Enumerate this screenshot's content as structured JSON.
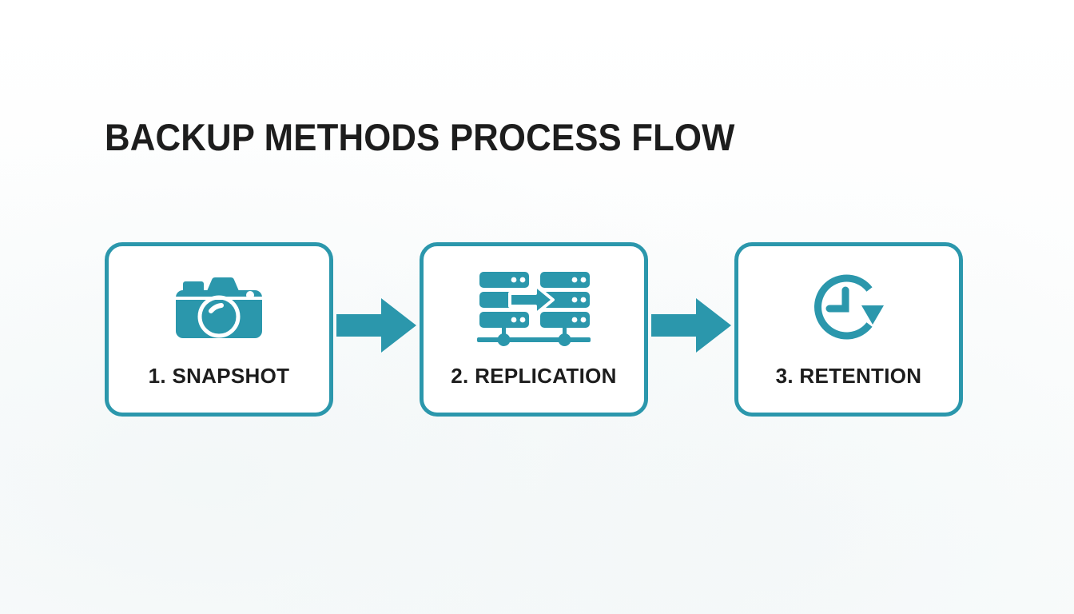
{
  "page": {
    "title": "BACKUP METHODS PROCESS FLOW",
    "background_color": "#fdfefe",
    "accent_color": "#2b97ac",
    "text_color": "#1d1d1d"
  },
  "flow": {
    "steps": [
      {
        "label": "1. SNAPSHOT",
        "icon": "camera-icon",
        "number": "1",
        "name": "SNAPSHOT"
      },
      {
        "label": "2. REPLICATION",
        "icon": "server-replication-icon",
        "number": "2",
        "name": "REPLICATION"
      },
      {
        "label": "3. RETENTION",
        "icon": "clock-history-icon",
        "number": "3",
        "name": "RETENTION"
      }
    ],
    "connectors": [
      {
        "icon": "arrow-right-icon",
        "from": "1. SNAPSHOT",
        "to": "2. REPLICATION"
      },
      {
        "icon": "arrow-right-icon",
        "from": "2. REPLICATION",
        "to": "3. RETENTION"
      }
    ]
  }
}
